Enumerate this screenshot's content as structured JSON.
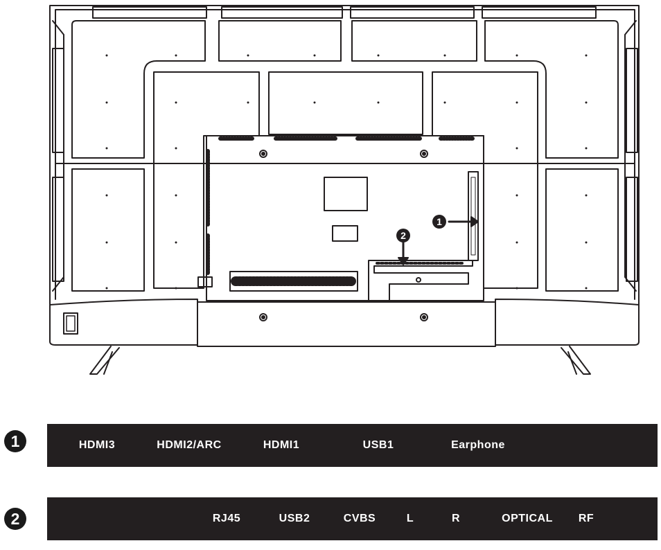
{
  "callouts": {
    "marker_1": "1",
    "marker_2": "2"
  },
  "port_bar_1": {
    "labels": [
      "HDMI3",
      "HDMI2/ARC",
      "HDMI1",
      "USB1",
      "Earphone"
    ]
  },
  "port_bar_2": {
    "labels": [
      "RJ45",
      "USB2",
      "CVBS",
      "L",
      "R",
      "OPTICAL",
      "RF"
    ]
  },
  "colors": {
    "line": "#231f20",
    "bar_background": "#231f20",
    "bar_text": "#ffffff"
  }
}
